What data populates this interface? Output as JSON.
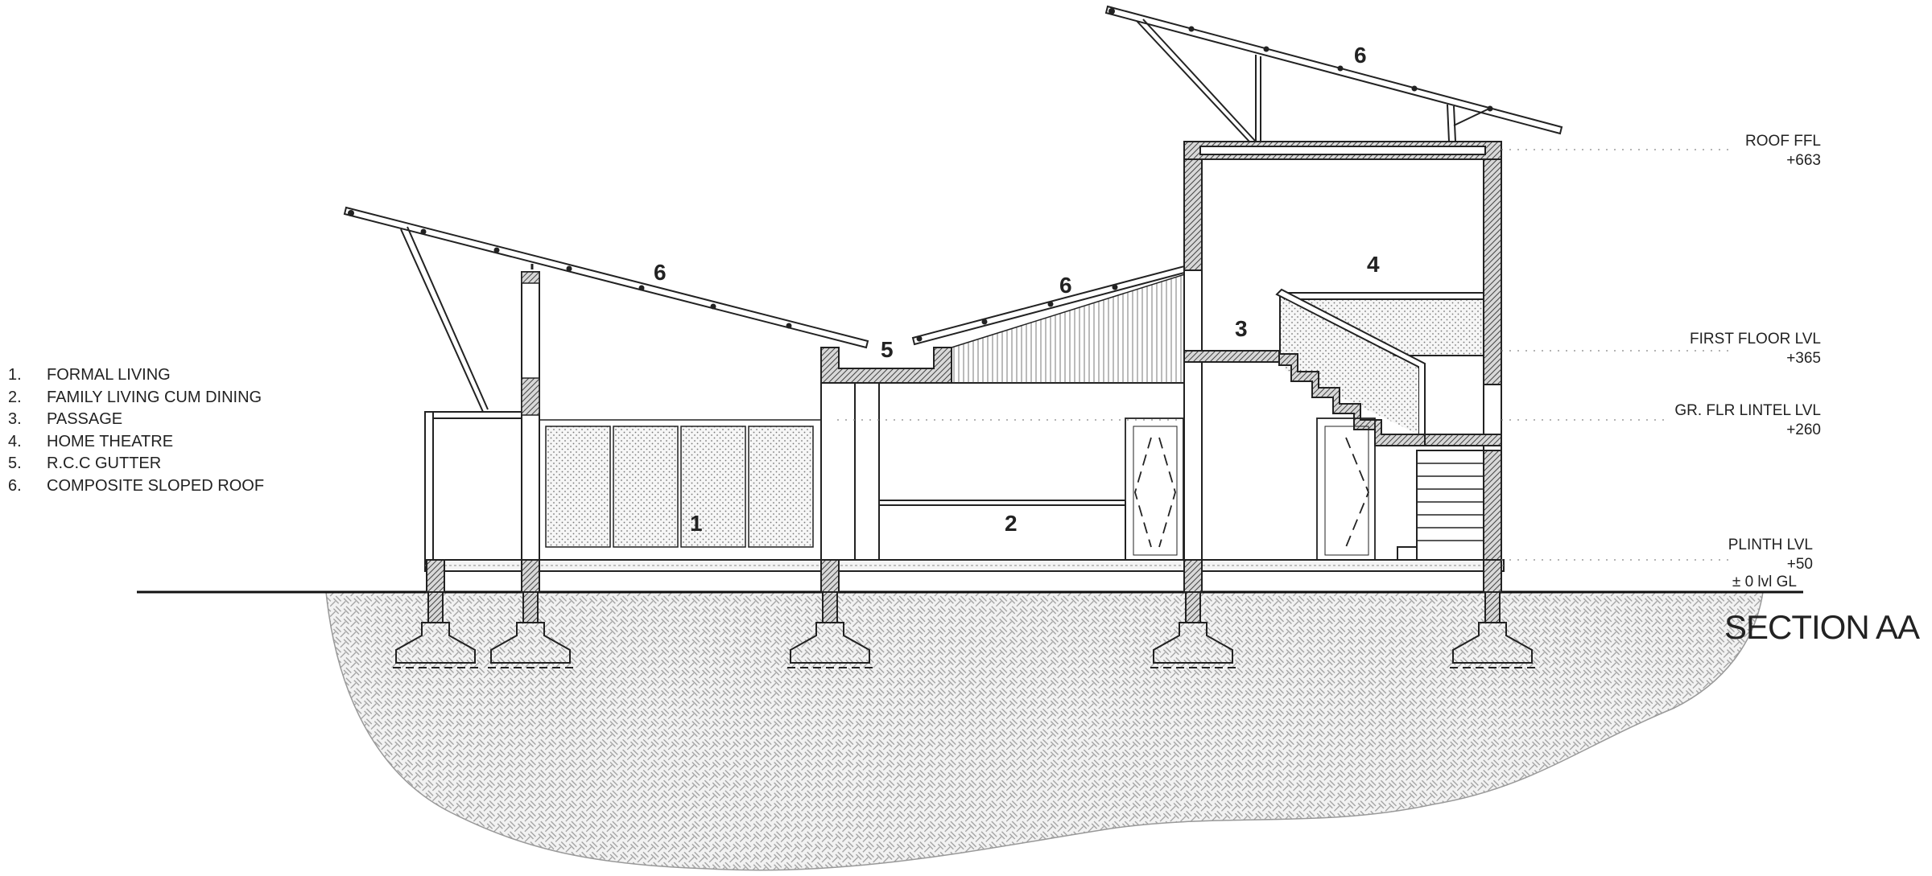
{
  "title": "SECTION AA",
  "legend": [
    {
      "num": "1.",
      "label": "FORMAL LIVING"
    },
    {
      "num": "2.",
      "label": "FAMILY LIVING CUM DINING"
    },
    {
      "num": "3.",
      "label": "PASSAGE"
    },
    {
      "num": "4.",
      "label": "HOME THEATRE"
    },
    {
      "num": "5.",
      "label": "R.C.C GUTTER"
    },
    {
      "num": "6.",
      "label": "COMPOSITE SLOPED ROOF"
    }
  ],
  "levels": {
    "roof": {
      "name": "ROOF FFL",
      "value": "+663"
    },
    "first_floor": {
      "name": "FIRST FLOOR LVL",
      "value": "+365"
    },
    "lintel": {
      "name": "GR. FLR LINTEL LVL",
      "value": "+260"
    },
    "plinth": {
      "name": "PLINTH LVL",
      "value": "+50"
    },
    "ground": {
      "name": "± 0 lvl GL"
    }
  },
  "tags": {
    "formal_living": "1",
    "family_living": "2",
    "passage": "3",
    "home_theatre": "4",
    "gutter": "5",
    "roof_left": "6",
    "roof_middle": "6",
    "roof_top": "6"
  }
}
